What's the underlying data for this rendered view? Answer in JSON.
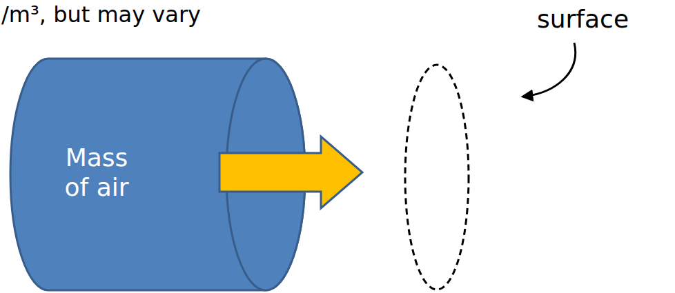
{
  "diagram": {
    "nodes": [
      {
        "text": [
          "Mass of air"
        ]
      }
    ],
    "labels": [
      "/m³, but may vary",
      "surface"
    ]
  }
}
